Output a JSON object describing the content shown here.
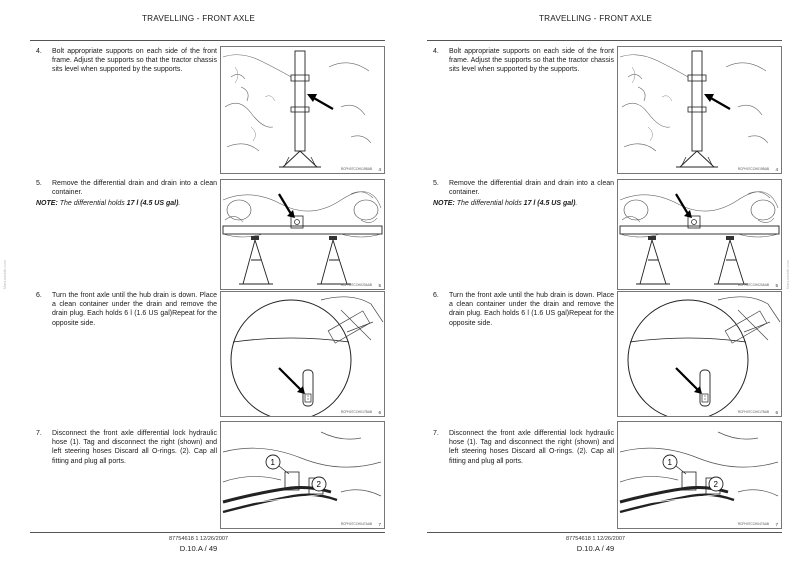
{
  "pages": [
    {
      "header": "TRAVELLING - FRONT AXLE",
      "footer_code": "87754618 1 12/26/2007",
      "footer_page": "D.10.A / 49",
      "side_mark": "Manualsbtb.com",
      "steps": [
        {
          "num": "4.",
          "text": "Bolt appropriate supports on each side of the front frame. Adjust the supports so that the tractor chassis sits level when supported by the supports.",
          "fig_code": "RCPH07CCH019BAB",
          "fig_num": "4"
        },
        {
          "num": "5.",
          "text": "Remove the differential drain and drain into a clean container.",
          "note_prefix": "NOTE:",
          "note_text": "The differential holds",
          "note_value": "17 l (4.5 US gal)",
          "note_end": ".",
          "fig_code": "RCPH07CCH020AAB",
          "fig_num": "5"
        },
        {
          "num": "6.",
          "text": "Turn the front axle until the hub drain is down. Place a clean container under the drain and remove the drain plug. Each holds 6 l (1.6 US gal)Repeat for the opposite side.",
          "fig_code": "RCPH07CCH017BAB",
          "fig_num": "6"
        },
        {
          "num": "7.",
          "text": "Disconnect the front axle differential lock hydraulic hose (1). Tag and disconnect the right (shown) and left steering hoses Discard all O-rings. (2). Cap all fitting and plug all ports.",
          "fig_code": "RCPH07CCH047AAB",
          "fig_num": "7"
        }
      ]
    },
    {
      "header": "TRAVELLING - FRONT AXLE",
      "footer_code": "87754618 1 12/26/2007",
      "footer_page": "D.10.A / 49",
      "side_mark": "Manualsbtb.com",
      "steps": [
        {
          "num": "4.",
          "text": "Bolt appropriate supports on each side of the front frame. Adjust the supports so that the tractor chassis sits level when supported by the supports.",
          "fig_code": "RCPH07CCH019BAB",
          "fig_num": "4"
        },
        {
          "num": "5.",
          "text": "Remove the differential drain and drain into a clean container.",
          "note_prefix": "NOTE:",
          "note_text": "The differential holds",
          "note_value": "17 l (4.5 US gal)",
          "note_end": ".",
          "fig_code": "RCPH07CCH020AAB",
          "fig_num": "5"
        },
        {
          "num": "6.",
          "text": "Turn the front axle until the hub drain is down. Place a clean container under the drain and remove the drain plug. Each holds 6 l (1.6 US gal)Repeat for the opposite side.",
          "fig_code": "RCPH07CCH017BAB",
          "fig_num": "6"
        },
        {
          "num": "7.",
          "text": "Disconnect the front axle differential lock hydraulic hose (1). Tag and disconnect the right (shown) and left steering hoses Discard all O-rings. (2). Cap all fitting and plug all ports.",
          "fig_code": "RCPH07CCH047AAB",
          "fig_num": "7"
        }
      ]
    }
  ],
  "callouts": {
    "one": "1",
    "two": "2"
  }
}
